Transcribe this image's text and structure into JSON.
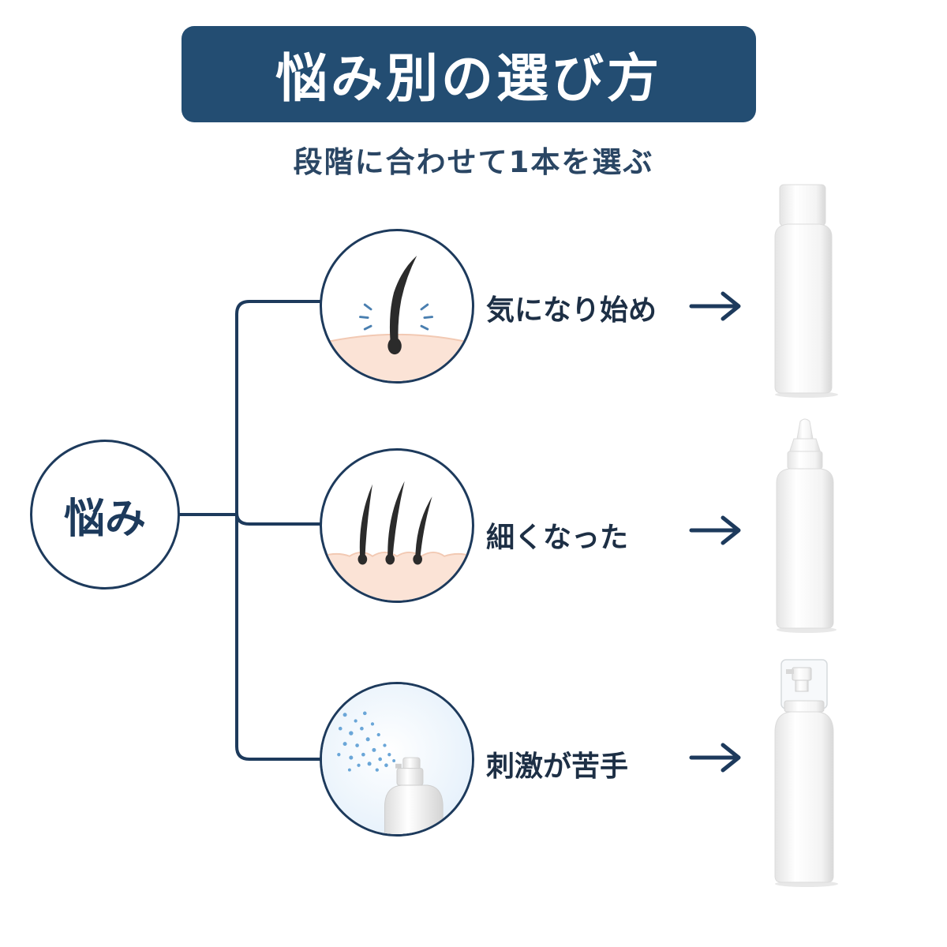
{
  "title": "悩み別の選び方",
  "subtitle": "段階に合わせて1本を選ぶ",
  "root": {
    "label": "悩み"
  },
  "branches": [
    {
      "label": "気になり始め",
      "illustration": "single-hair-icon",
      "product": "screw-cap-bottle"
    },
    {
      "label": "細くなった",
      "illustration": "thinning-hairs-icon",
      "product": "nozzle-bottle"
    },
    {
      "label": "刺激が苦手",
      "illustration": "mist-spray-icon",
      "product": "spray-bottle"
    }
  ],
  "colors": {
    "banner": "#234d72",
    "line": "#1d3a5c",
    "skin": "#fbe3d6",
    "mist": "#6aa6d8"
  }
}
